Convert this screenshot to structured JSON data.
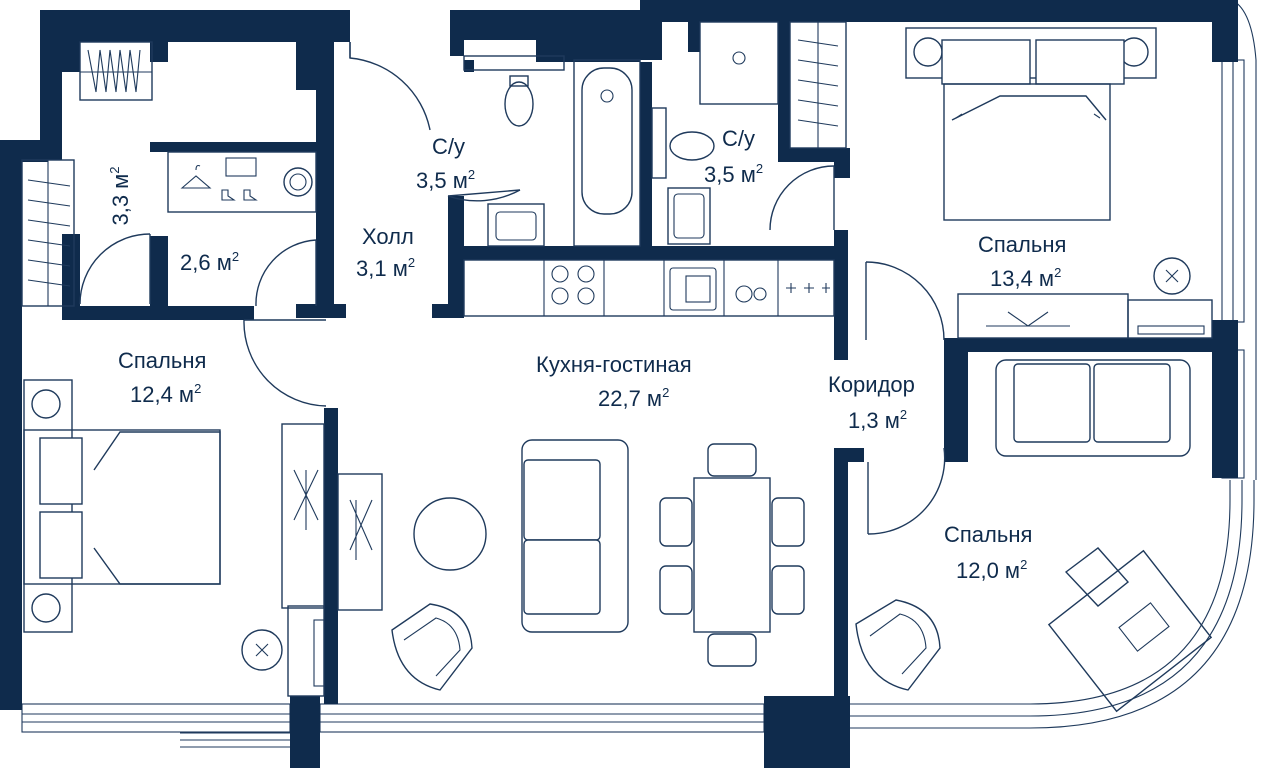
{
  "rooms": [
    {
      "id": "storage",
      "name": "",
      "area": "3,3 м",
      "unit_sup": "2"
    },
    {
      "id": "wardrobe",
      "name": "",
      "area": "2,6 м",
      "unit_sup": "2"
    },
    {
      "id": "bath1",
      "name": "С/у",
      "area": "3,5 м",
      "unit_sup": "2"
    },
    {
      "id": "bath2",
      "name": "С/у",
      "area": "3,5 м",
      "unit_sup": "2"
    },
    {
      "id": "hall",
      "name": "Холл",
      "area": "3,1 м",
      "unit_sup": "2"
    },
    {
      "id": "bedroom1",
      "name": "Спальня",
      "area": "12,4 м",
      "unit_sup": "2"
    },
    {
      "id": "kitchen",
      "name": "Кухня-гостиная",
      "area": "22,7 м",
      "unit_sup": "2"
    },
    {
      "id": "corridor",
      "name": "Коридор",
      "area": "1,3 м",
      "unit_sup": "2"
    },
    {
      "id": "bedroom2",
      "name": "Спальня",
      "area": "13,4 м",
      "unit_sup": "2"
    },
    {
      "id": "bedroom3",
      "name": "Спальня",
      "area": "12,0 м",
      "unit_sup": "2"
    }
  ],
  "colors": {
    "wall": "#0f2b4c",
    "line": "#1f3a5c",
    "background": "#ffffff"
  }
}
